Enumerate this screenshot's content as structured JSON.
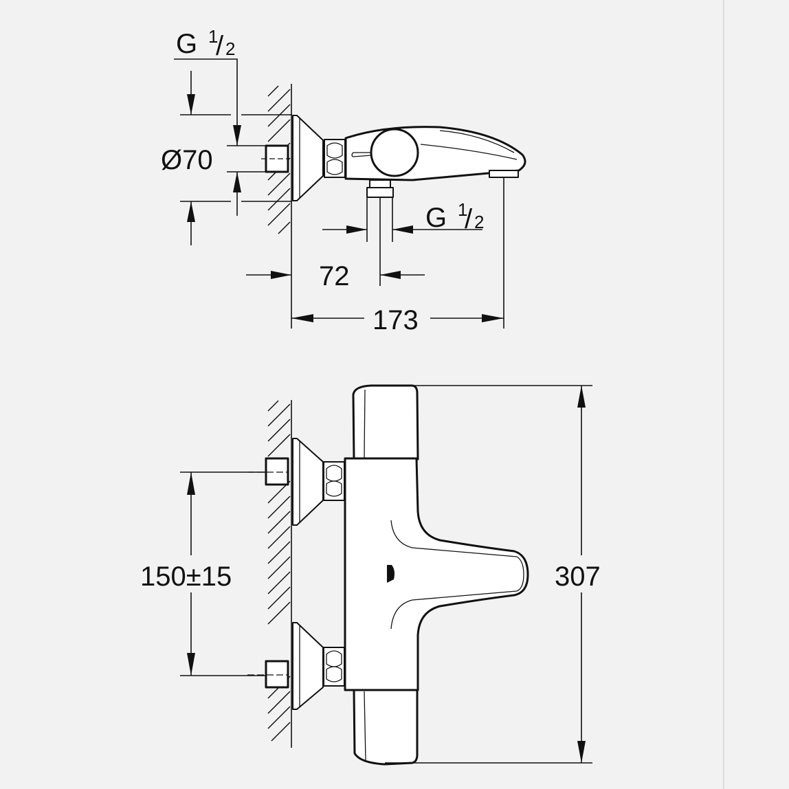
{
  "drawing": {
    "subject": "Thermostatic bath mixer, wall-mounted",
    "background_color": "#f2f2f2",
    "line_color": "#111111",
    "side_view": {
      "inlet_thread": {
        "label": "G",
        "fraction_num": "1",
        "fraction_den": "2"
      },
      "escutcheon_diameter": "Ø70",
      "outlet_thread": {
        "label": "G",
        "fraction_num": "1",
        "fraction_den": "2"
      },
      "outlet_offset": "72",
      "total_projection": "173"
    },
    "front_view": {
      "inlet_spacing": "150±15",
      "total_height": "307"
    }
  }
}
